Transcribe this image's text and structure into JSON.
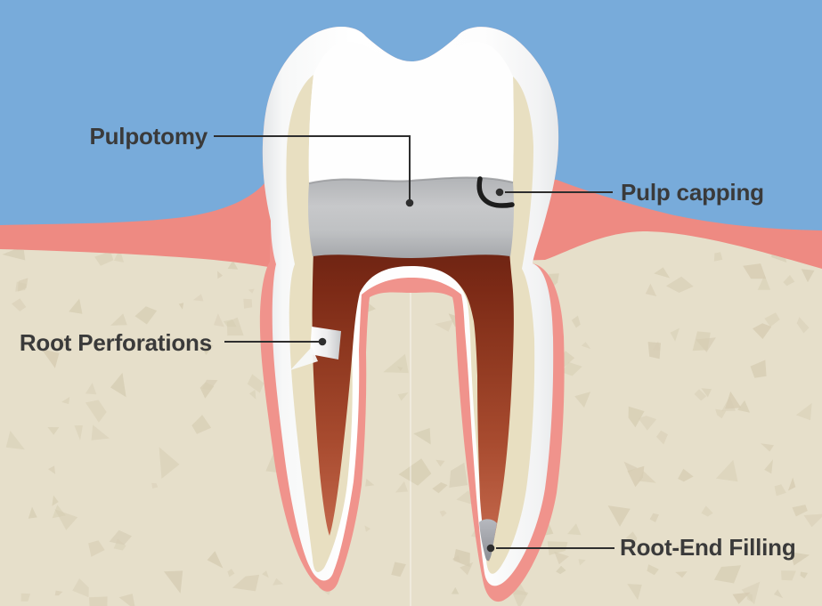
{
  "figure": {
    "labels": {
      "pulpotomy": "Pulpotomy",
      "pulp_capping": "Pulp capping",
      "root_perforations": "Root Perforations",
      "root_end_filling": "Root-End Filling"
    },
    "colors": {
      "sky": "#78abda",
      "gum": "#ee8a82",
      "ligament": "#f0938c",
      "bone": "#e6dfca",
      "bone_speckle": "#d6cdb3",
      "enamel": "#ffffff",
      "dentin": "#e8dfc1",
      "pulp_dark": "#722514",
      "pulp_light": "#c96f52",
      "filling_gray": "#bdbfc2",
      "root_end_gray": "#9fa1a8",
      "leader_line": "#2e2e2e",
      "label_text": "#3a3a3a"
    }
  }
}
